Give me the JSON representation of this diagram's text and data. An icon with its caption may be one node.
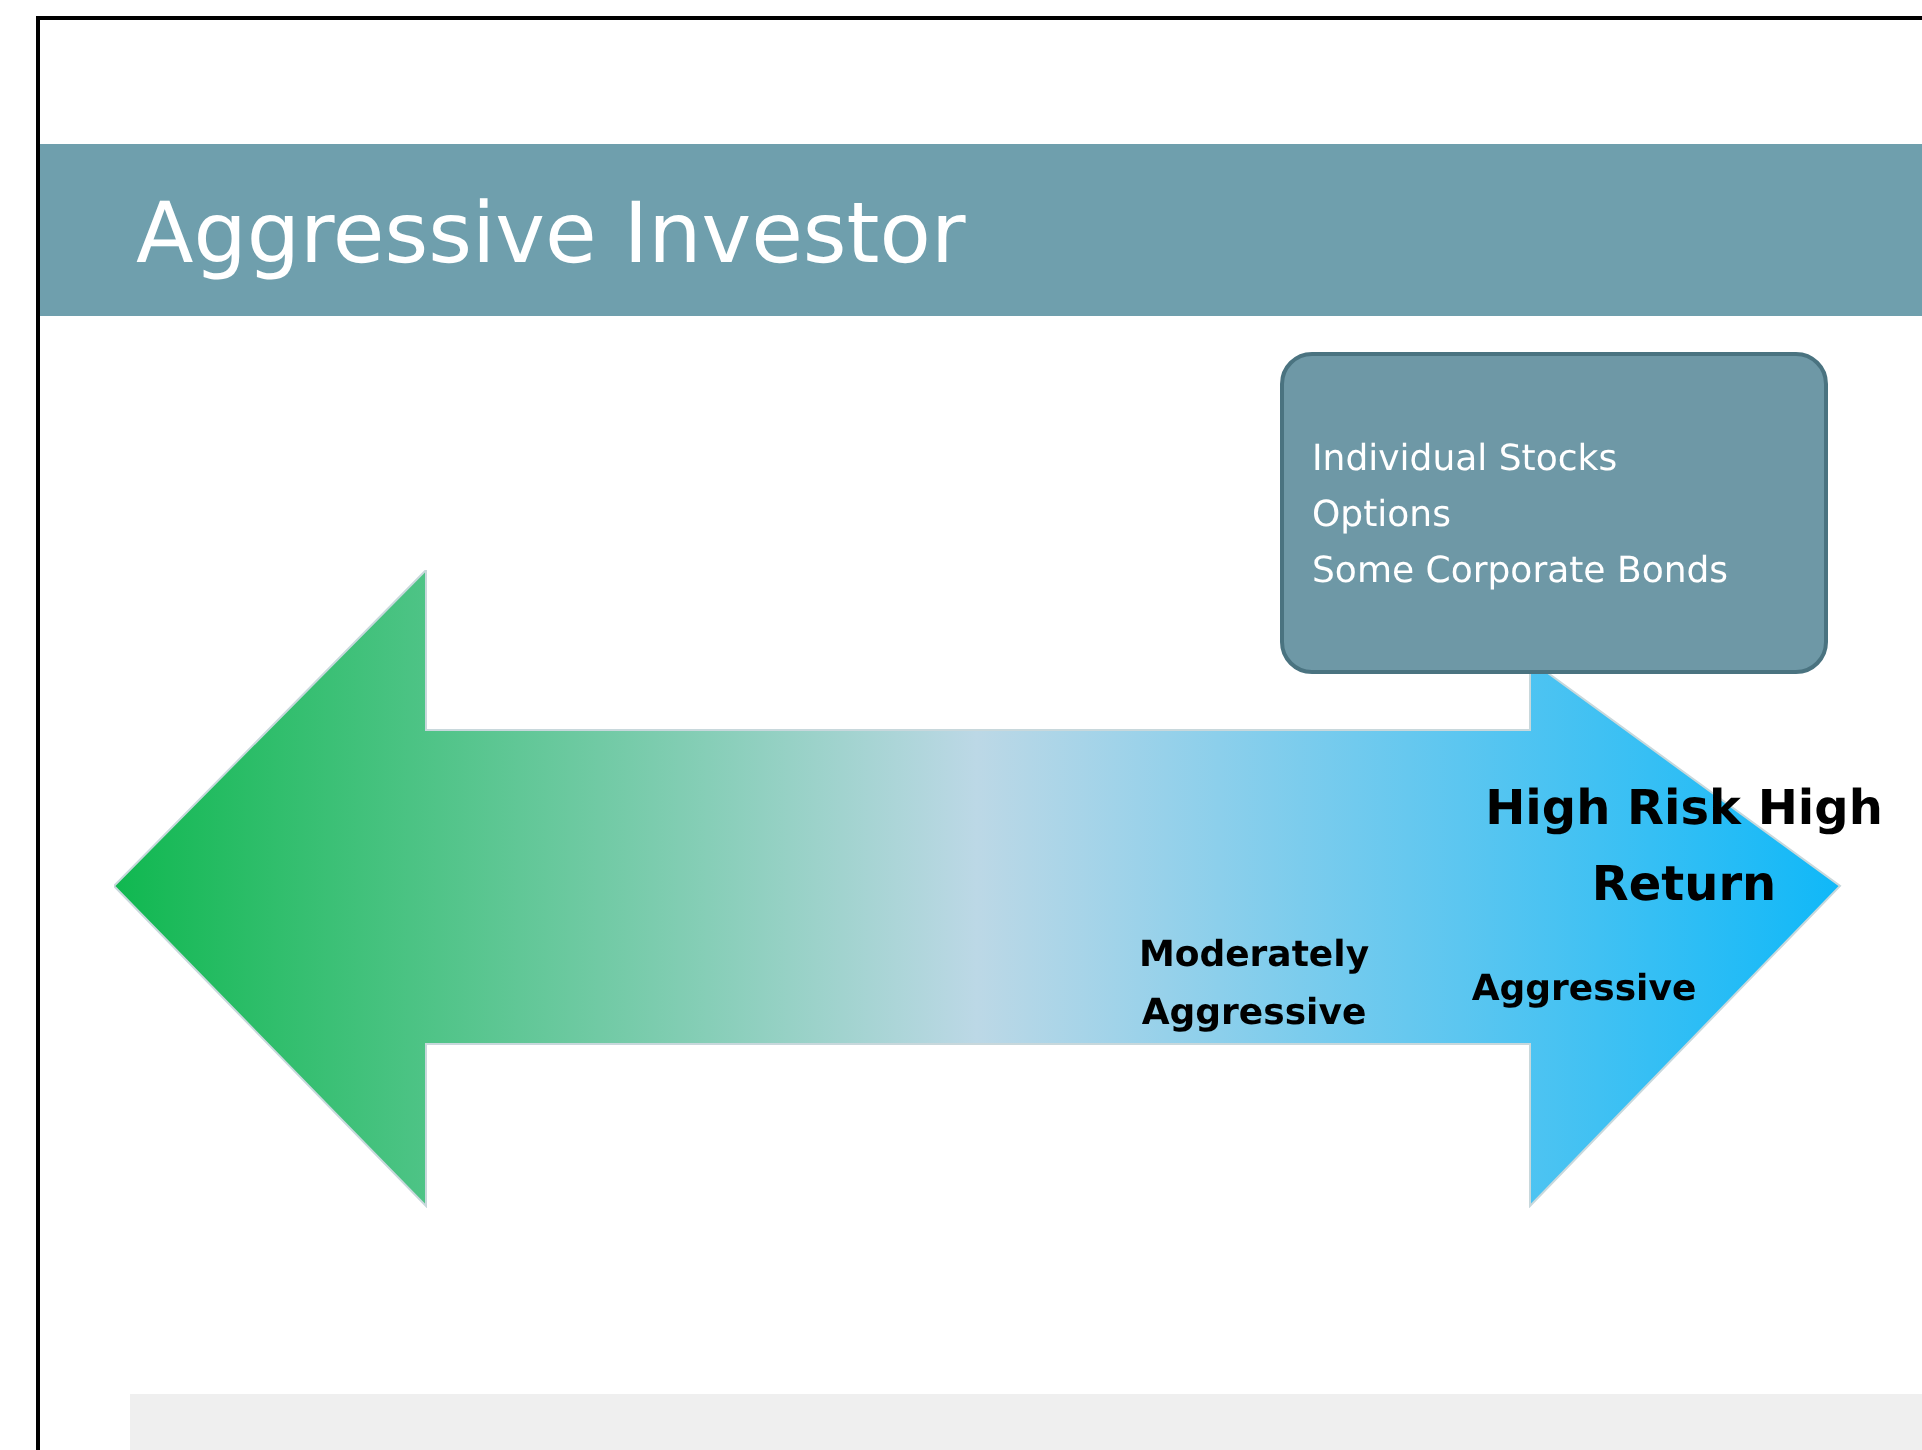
{
  "diagram": {
    "title": "Aggressive Investor",
    "nodes": [
      {
        "text": [
          "Individual Stocks",
          "Options",
          "Some Corporate Bonds"
        ]
      },
      {
        "text": [
          "High Risk High Return",
          "Moderately Aggressive",
          "Aggressive"
        ]
      }
    ]
  }
}
